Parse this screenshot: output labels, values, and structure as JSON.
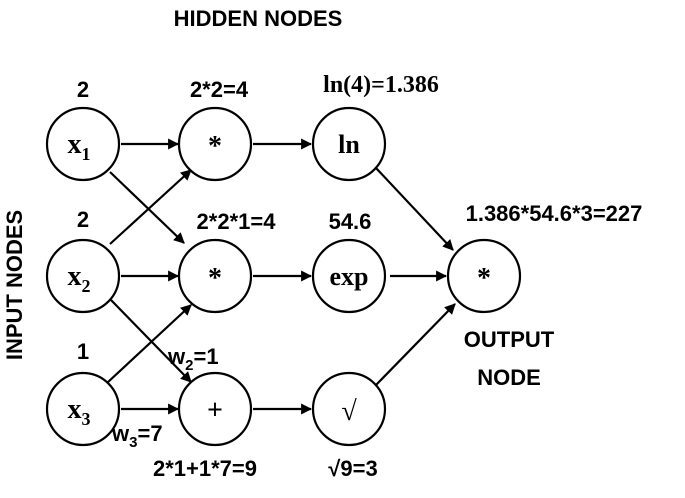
{
  "headings": {
    "hidden": "HIDDEN NODES",
    "input": "INPUT NODES",
    "output_line1": "OUTPUT",
    "output_line2": "NODE"
  },
  "nodes": {
    "x1": {
      "label": "x",
      "sub": "1",
      "value": "2"
    },
    "x2": {
      "label": "x",
      "sub": "2",
      "value": "2"
    },
    "x3": {
      "label": "x",
      "sub": "3",
      "value": "1"
    },
    "h_mul1": {
      "label": "*",
      "value": "2*2=4"
    },
    "h_mul2": {
      "label": "*",
      "value": "2*2*1=4"
    },
    "h_add": {
      "label": "+",
      "value": "2*1+1*7=9"
    },
    "h_ln": {
      "label": "ln",
      "value": "ln(4)=1.386"
    },
    "h_exp": {
      "label": "exp",
      "value": "54.6"
    },
    "h_sqrt": {
      "label": "√",
      "value": "√9=3"
    },
    "out": {
      "label": "*",
      "value": "1.386*54.6*3=227"
    }
  },
  "weights": {
    "w2": {
      "base": "w",
      "sub": "2",
      "value": "=1"
    },
    "w3": {
      "base": "w",
      "sub": "3",
      "value": "=7"
    }
  }
}
